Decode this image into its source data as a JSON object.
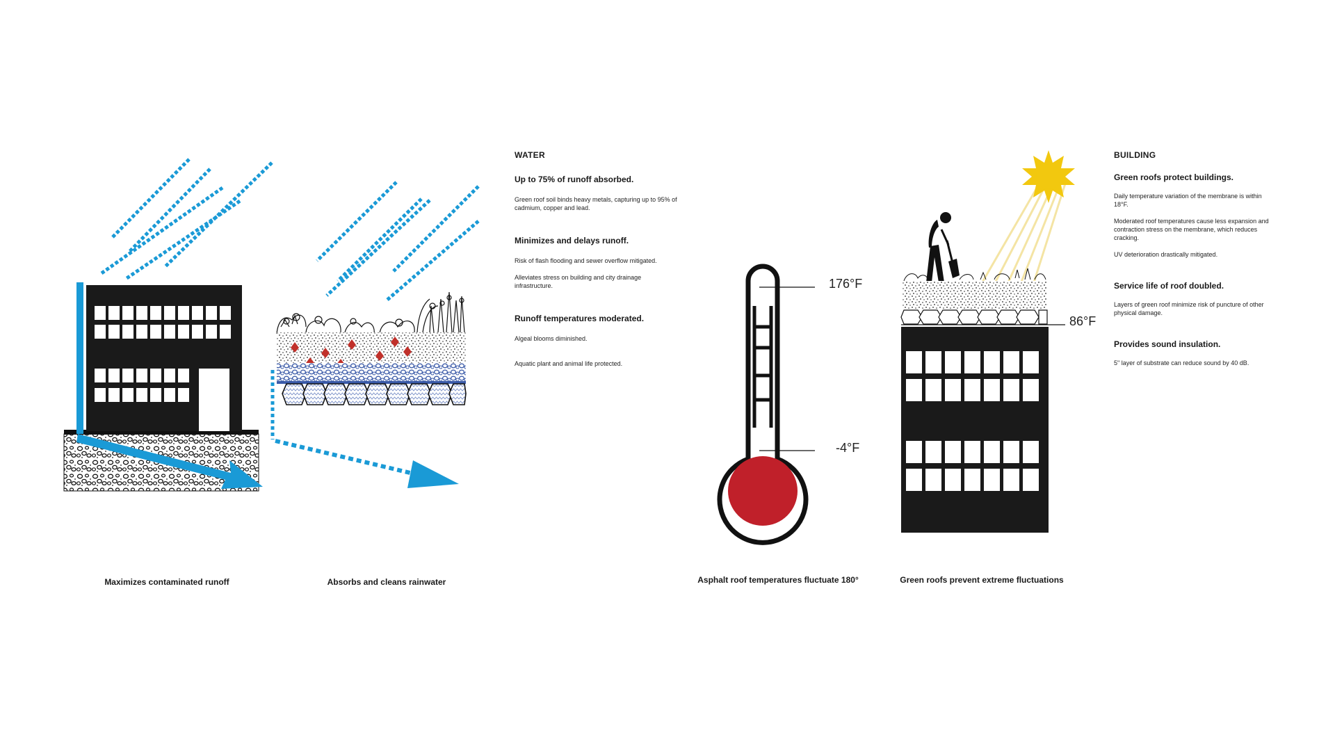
{
  "water": {
    "heading": "WATER",
    "items": [
      {
        "title": "Up to 75% of runoff absorbed.",
        "paras": [
          "Green roof soil binds heavy metals, capturing up to 95% of cadmium, copper and lead."
        ]
      },
      {
        "title": "Minimizes and delays runoff.",
        "paras": [
          "Risk of flash flooding and sewer overflow mitigated.",
          "Alleviates stress on building and city drainage infrastructure."
        ]
      },
      {
        "title": "Runoff temperatures moderated.",
        "paras": [
          "Algeal blooms diminished.",
          "Aquatic plant and animal life protected."
        ]
      }
    ]
  },
  "building": {
    "heading": "BUILDING",
    "items": [
      {
        "title": "Green roofs protect buildings.",
        "paras": [
          "Daily temperature variation of the membrane is within 18°F.",
          "Moderated roof temperatures cause less expansion and contraction stress on the membrane,  which reduces cracking.",
          "UV deterioration drastically mitigated."
        ]
      },
      {
        "title": "Service life of roof doubled.",
        "paras": [
          "Layers of green roof minimize risk of puncture of other physical damage."
        ]
      },
      {
        "title": "Provides sound insulation.",
        "paras": [
          "5\" layer of substrate can reduce sound by 40 dB."
        ]
      }
    ]
  },
  "captions": {
    "runoff": "Maximizes contaminated runoff",
    "absorb": "Absorbs and cleans rainwater",
    "asphalt": "Asphalt roof temperatures fluctuate 180°",
    "green": "Green roofs prevent extreme fluctuations"
  },
  "temps": {
    "high": "176°F",
    "low": "-4°F",
    "green": "86°F"
  },
  "colors": {
    "water_blue": "#1a9ad6",
    "dark": "#1a1a1a",
    "thermo_red": "#c0202a",
    "sun_yellow": "#f2c80f",
    "sun_ray": "#f4e4a4",
    "soil_blue": "#3a5aa8",
    "pollutant_red": "#c0302a"
  }
}
